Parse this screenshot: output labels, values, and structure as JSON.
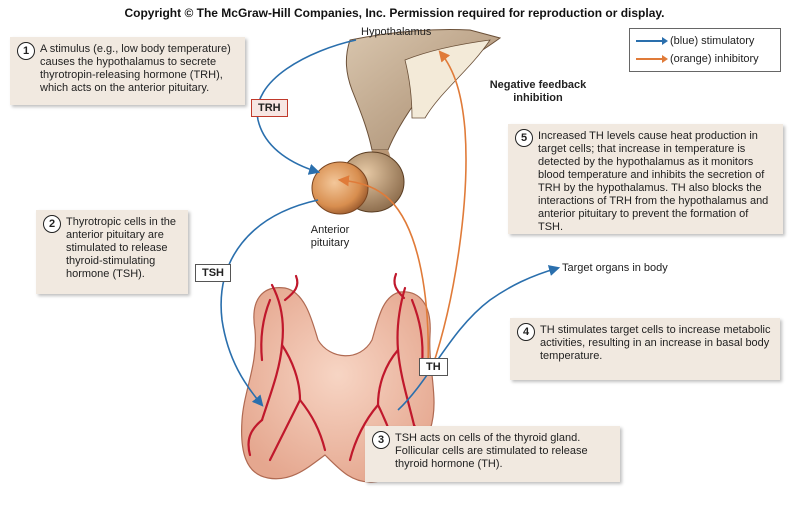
{
  "copyright": "Copyright © The McGraw-Hill Companies, Inc. Permission required for reproduction or display.",
  "legend": {
    "stimulatory": "(blue) stimulatory",
    "inhibitory": "(orange) inhibitory",
    "stimulatory_color": "#2a6fad",
    "inhibitory_color": "#e07b39"
  },
  "labels": {
    "hypothalamus": "Hypothalamus",
    "anterior_pituitary": "Anterior pituitary",
    "target_organs": "Target organs in body",
    "negative_feedback": "Negative feedback inhibition"
  },
  "tags": {
    "trh": "TRH",
    "tsh": "TSH",
    "th": "TH"
  },
  "steps": [
    {
      "num": "1",
      "text": "A stimulus (e.g., low body temperature) causes the hypothalamus to secrete thyrotropin-releasing hormone (TRH), which acts on the anterior pituitary."
    },
    {
      "num": "2",
      "text": "Thyrotropic cells in the anterior pituitary are stimulated to release thyroid-stimulating hormone (TSH)."
    },
    {
      "num": "3",
      "text": "TSH acts on cells of the thyroid gland. Follicular cells are stimulated to release thyroid hormone (TH)."
    },
    {
      "num": "4",
      "text": "TH stimulates target cells to increase metabolic activities, resulting in an increase in basal body temperature."
    },
    {
      "num": "5",
      "text": "Increased TH levels cause heat production in target cells; that increase in temperature is detected by the hypothalamus as it monitors blood temperature and inhibits the secretion of TRH by the hypothalamus. TH also blocks the interactions of TRH from the hypothalamus and anterior pituitary to prevent the formation of TSH."
    }
  ]
}
